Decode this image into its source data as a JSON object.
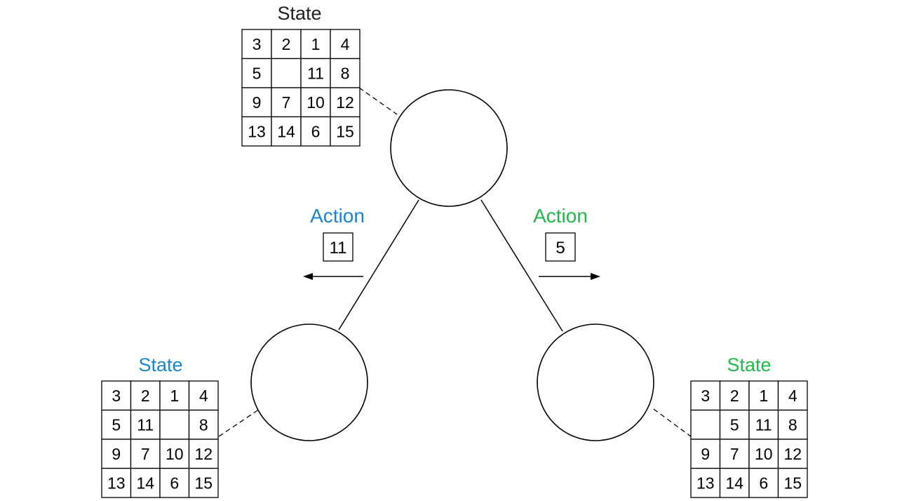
{
  "colors": {
    "root_label": "#222222",
    "left": "#1a86d0",
    "right": "#1fb84a",
    "stroke": "#000000"
  },
  "root": {
    "state_label": "State",
    "grid": [
      [
        "3",
        "2",
        "1",
        "4"
      ],
      [
        "5",
        "",
        "11",
        "8"
      ],
      [
        "9",
        "7",
        "10",
        "12"
      ],
      [
        "13",
        "14",
        "6",
        "15"
      ]
    ]
  },
  "left": {
    "action_label": "Action",
    "action_value": "11",
    "state_label": "State",
    "grid": [
      [
        "3",
        "2",
        "1",
        "4"
      ],
      [
        "5",
        "11",
        "",
        "8"
      ],
      [
        "9",
        "7",
        "10",
        "12"
      ],
      [
        "13",
        "14",
        "6",
        "15"
      ]
    ]
  },
  "right": {
    "action_label": "Action",
    "action_value": "5",
    "state_label": "State",
    "grid": [
      [
        "3",
        "2",
        "1",
        "4"
      ],
      [
        "",
        "5",
        "11",
        "8"
      ],
      [
        "9",
        "7",
        "10",
        "12"
      ],
      [
        "13",
        "14",
        "6",
        "15"
      ]
    ]
  }
}
